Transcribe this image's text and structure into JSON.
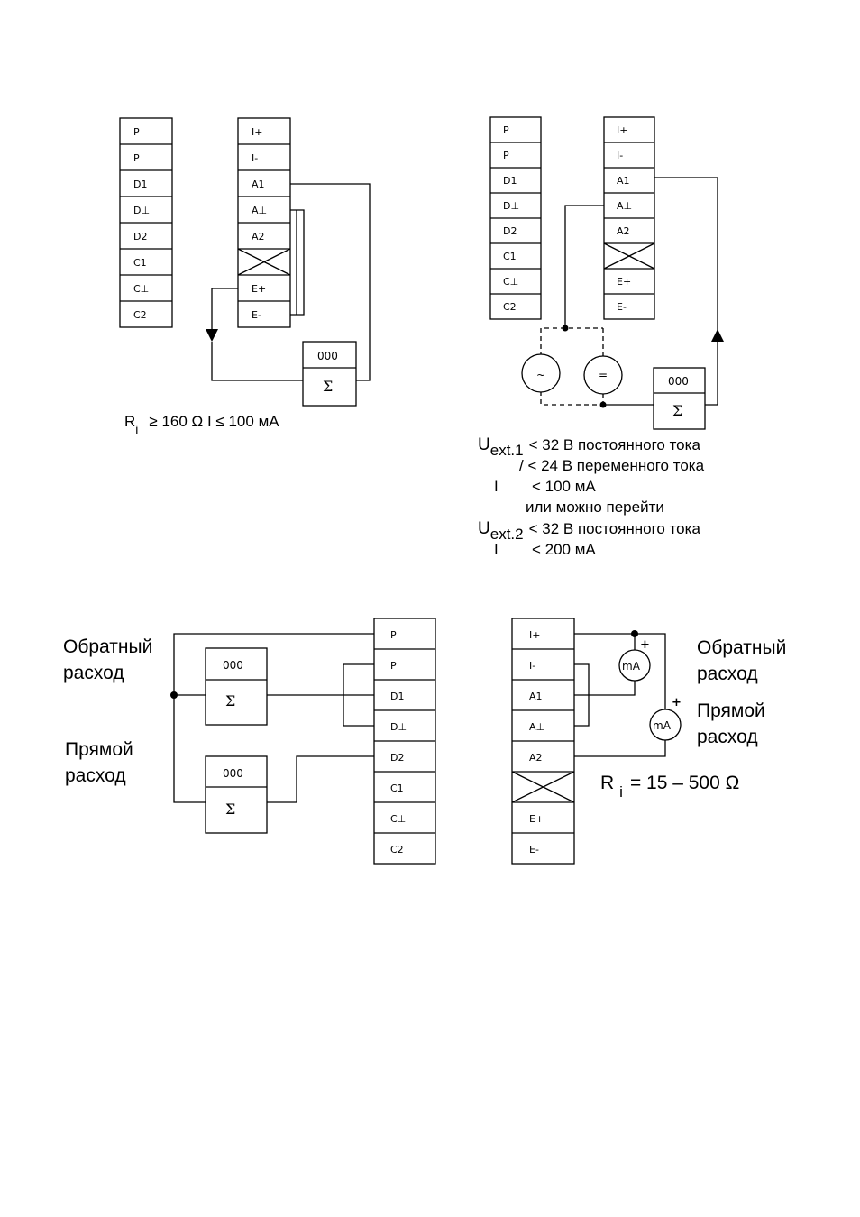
{
  "terminals": {
    "left": [
      "P",
      "P",
      "D1",
      "D⊥",
      "D2",
      "C1",
      "C⊥",
      "C2"
    ],
    "right": [
      "I+",
      "I-",
      "A1",
      "A⊥",
      "A2",
      "",
      "E+",
      "E-"
    ]
  },
  "counter": {
    "display": "000",
    "sigma": "Σ"
  },
  "source": {
    "ac_symbol": "~",
    "dc_symbol": "=",
    "ac_minus": "–"
  },
  "meter": {
    "label": "mA",
    "polarity": "+"
  },
  "d1": {
    "r": "R",
    "i": "i",
    "rest": "≥ 160 Ω  I ≤ 100 мА"
  },
  "d2": {
    "u": "U",
    "ext1": "ext.1",
    "l1": "< 32 В постоянного тока",
    "l2": "/ < 24 В переменного тока",
    "i1": "I",
    "l3": "< 100 мА",
    "l4": "или можно перейти",
    "ext2": "ext.2",
    "l5": "< 32 В постоянного тока",
    "i2": "I",
    "l6": "< 200 мА"
  },
  "d3": {
    "reverse": [
      "Обратный",
      "расход"
    ],
    "forward": [
      "Прямой",
      "расход"
    ]
  },
  "d4": {
    "reverse": [
      "Обратный",
      "расход"
    ],
    "forward": [
      "Прямой",
      "расход"
    ],
    "r": "R",
    "i": "i",
    "rest": "= 15 – 500 Ω"
  }
}
